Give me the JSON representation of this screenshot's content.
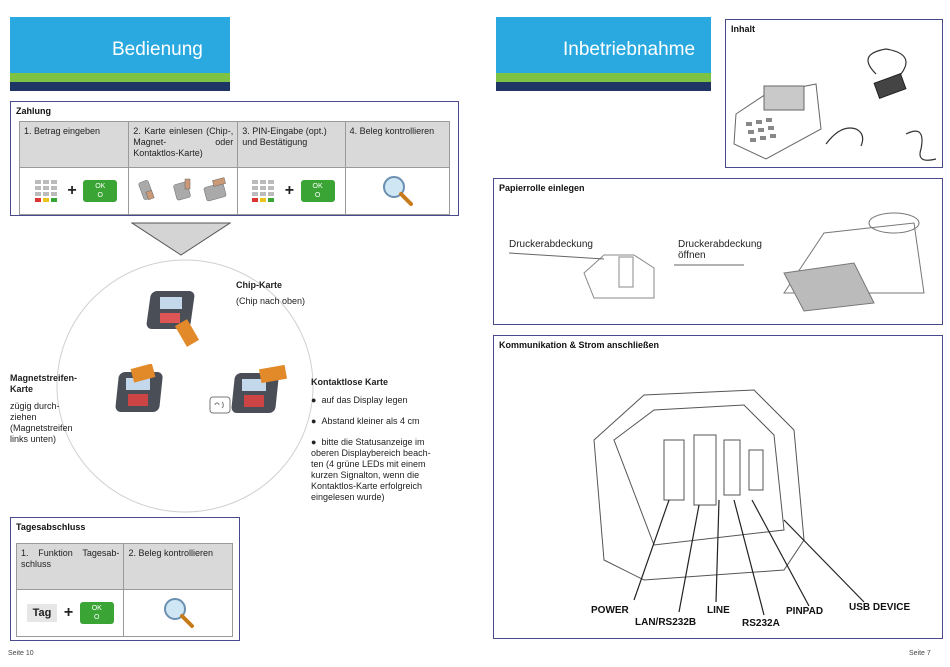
{
  "left_page": {
    "header_title": "Bedienung",
    "zahlung": {
      "title": "Zahlung",
      "steps": [
        "1. Betrag eingeben",
        "2. Karte einlesen (Chip-, Magnet- oder Kontaktlos-Karte)",
        "3. PIN-Eingabe (opt.) und Bestätigung",
        "4. Beleg kontrollieren"
      ],
      "ok_label": "OK",
      "ok_sub": "O"
    },
    "chip": {
      "title": "Chip-Karte",
      "desc": "(Chip nach oben)"
    },
    "magnet": {
      "title": "Magnetstreifen-Karte",
      "desc": "zügig durch-ziehen (Magnetstreifen links unten)"
    },
    "contactless": {
      "title": "Kontaktlose Karte",
      "bullets": [
        "auf das Display legen",
        "Abstand kleiner als 4 cm",
        "bitte die Statusanzeige im oberen Displaybereich beach-ten (4 grüne LEDs mit einem kurzen Signalton, wenn die Kontaktlos-Karte erfolgreich eingelesen wurde)"
      ]
    },
    "tagesabschluss": {
      "title": "Tagesabschluss",
      "steps": [
        "1. Funktion Tagesab-schluss",
        "2. Beleg kontrollieren"
      ],
      "tag_label": "Tag"
    },
    "footer": "Seite 10"
  },
  "right_page": {
    "header_title": "Inbetriebnahme",
    "inhalt_title": "Inhalt",
    "papier": {
      "title": "Papierrolle einlegen",
      "label_a": "Druckerabdeckung",
      "label_b": "Druckerabdeckung öffnen"
    },
    "komm": {
      "title": "Kommunikation & Strom anschließen",
      "ports": [
        "POWER",
        "LAN/RS232B",
        "LINE",
        "RS232A",
        "PINPAD",
        "USB DEVICE"
      ]
    },
    "footer": "Seite 7"
  },
  "colors": {
    "header_blue": "#2aa9e0",
    "header_green": "#7dc242",
    "header_navy": "#1f3566",
    "ok_green": "#3aa535"
  }
}
